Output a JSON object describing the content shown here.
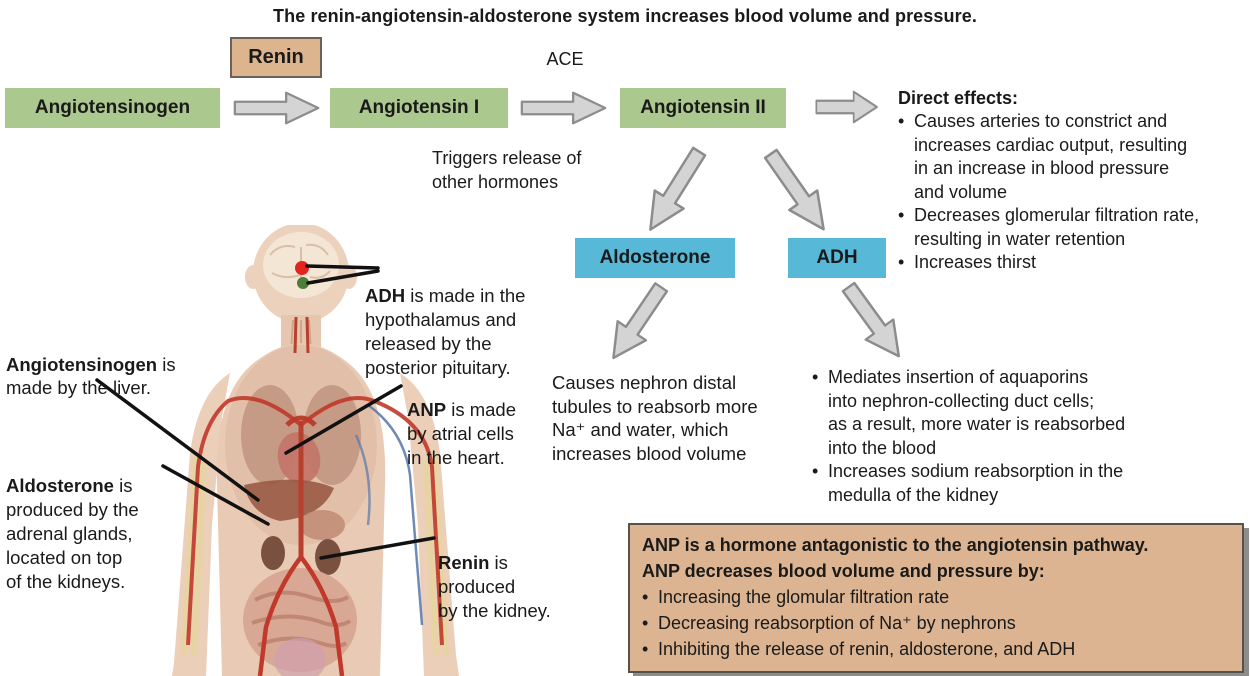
{
  "title": "The renin-angiotensin-aldosterone system increases blood volume and pressure.",
  "flow": {
    "angiotensinogen": "Angiotensinogen",
    "renin": "Renin",
    "angiotensin1": "Angiotensin I",
    "ace": "ACE",
    "angiotensin2": "Angiotensin II",
    "aldosterone": "Aldosterone",
    "adh": "ADH",
    "triggers": "Triggers release of\nother hormones"
  },
  "direct_effects": {
    "heading": "Direct effects:",
    "bullets": [
      "Causes arteries to constrict and\nincreases cardiac output, resulting\nin an increase in blood pressure\nand volume",
      "Decreases glomerular filtration rate,\nresulting in water retention",
      "Increases thirst"
    ]
  },
  "aldosterone_effect": "Causes nephron distal\ntubules to reabsorb more\nNa⁺ and water, which\nincreases blood volume",
  "adh_effects": {
    "bullets": [
      "Mediates insertion of aquaporins\ninto nephron-collecting duct cells;\nas a result, more water is reabsorbed\ninto the blood",
      "Increases sodium reabsorption in the\nmedulla of the kidney"
    ]
  },
  "anp_box": {
    "heading": "ANP is a hormone antagonistic to the angiotensin pathway.\nANP decreases blood volume and pressure by:",
    "bullets": [
      "Increasing the glomular filtration rate",
      "Decreasing reabsorption of Na⁺ by nephrons",
      "Inhibiting the release of renin, aldosterone, and ADH"
    ]
  },
  "body_labels": {
    "adh": {
      "bold": "ADH",
      "rest": " is made in the\nhypothalamus and\nreleased by the\nposterior pituitary."
    },
    "angiotensinogen": {
      "bold": "Angiotensinogen",
      "rest": " is\nmade by the liver."
    },
    "anp": {
      "bold": "ANP",
      "rest": " is made\nby atrial cells\nin the heart."
    },
    "aldosterone": {
      "bold": "Aldosterone",
      "rest": " is\nproduced by the\nadrenal glands,\nlocated on top\nof the kidneys."
    },
    "renin": {
      "bold": "Renin",
      "rest": " is\nproduced\nby the kidney."
    }
  },
  "colors": {
    "green_box": "#abc88f",
    "blue_box": "#58b8d8",
    "tan_box": "#dcb48d",
    "anp_box_bg": "#dcb491",
    "arrow_fill": "#d4d4d4",
    "pointer_line": "#111111",
    "hypothalamus_dot": "#e32420",
    "pituitary_dot": "#4e7d3a",
    "skin": "#ecd2bd"
  }
}
